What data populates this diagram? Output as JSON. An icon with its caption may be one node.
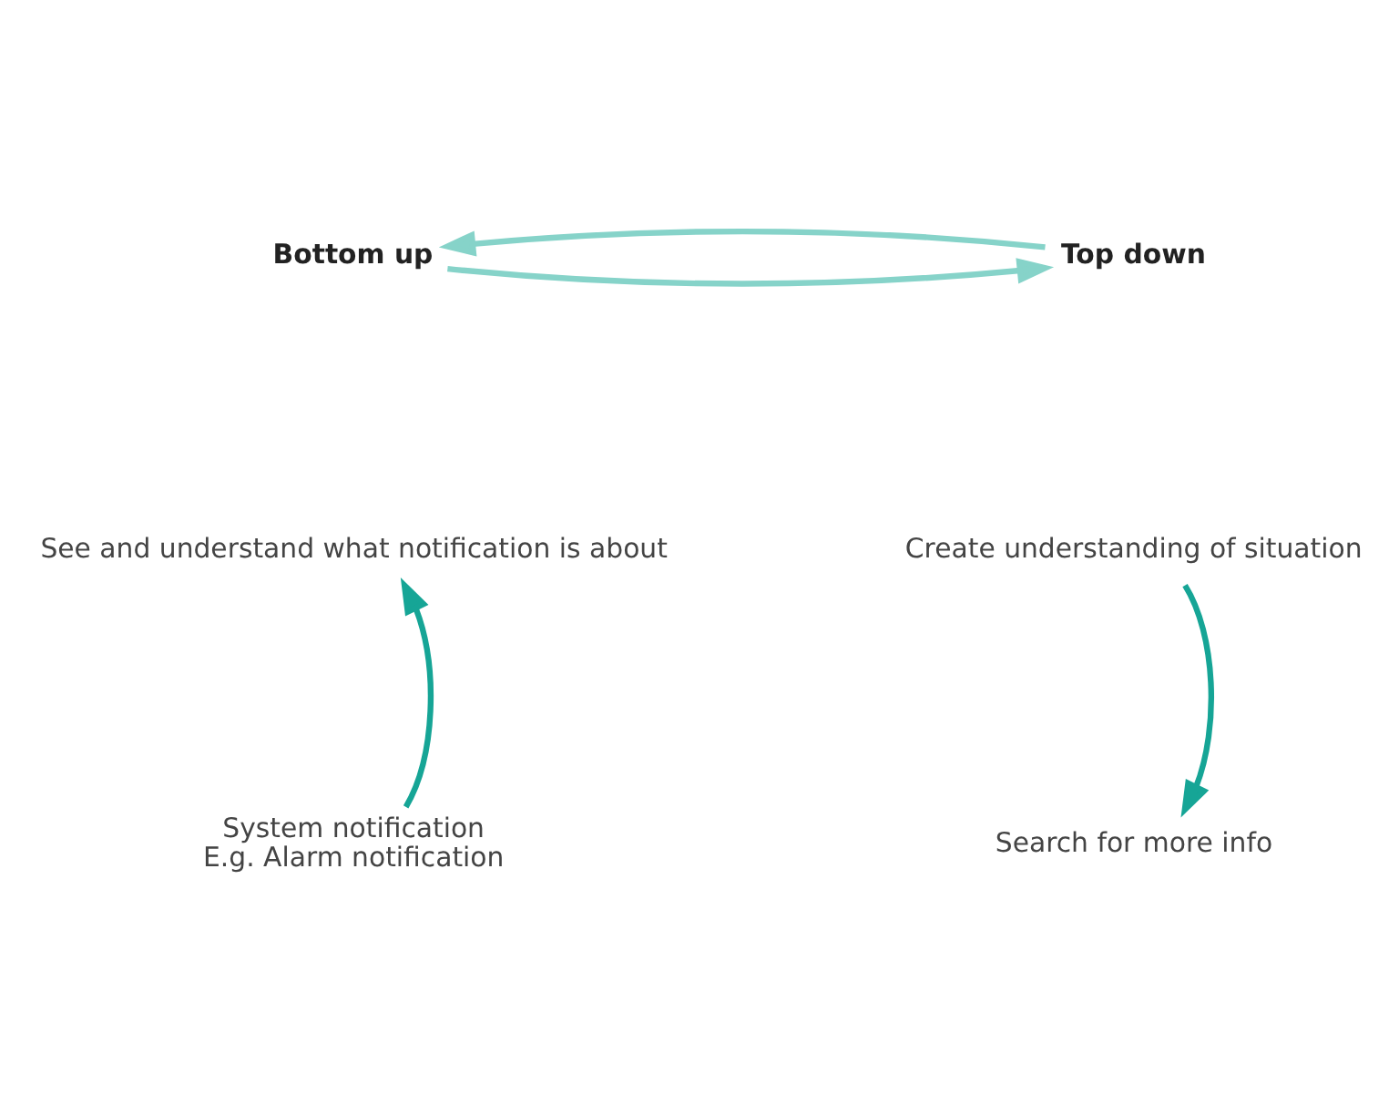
{
  "diagram": {
    "nodes": [
      {
        "text": [
          "Bottom up"
        ]
      },
      {
        "text": [
          "See and understand what notification is about"
        ]
      },
      {
        "text": [
          "System notification",
          "E.g. Alarm notification"
        ]
      },
      {
        "text": [
          "Top down"
        ]
      },
      {
        "text": [
          "Create understanding of situation"
        ]
      },
      {
        "text": [
          "Search for more info"
        ]
      }
    ],
    "edges": [
      {
        "from": 2,
        "to": 1,
        "arrow": "to",
        "color": "#16a596"
      },
      {
        "from": 4,
        "to": 5,
        "arrow": "to",
        "color": "#16a596"
      },
      {
        "from": 0,
        "to": 3,
        "arrow": "to",
        "color": "#86d3c9"
      },
      {
        "from": 3,
        "to": 0,
        "arrow": "to",
        "color": "#86d3c9"
      }
    ]
  }
}
